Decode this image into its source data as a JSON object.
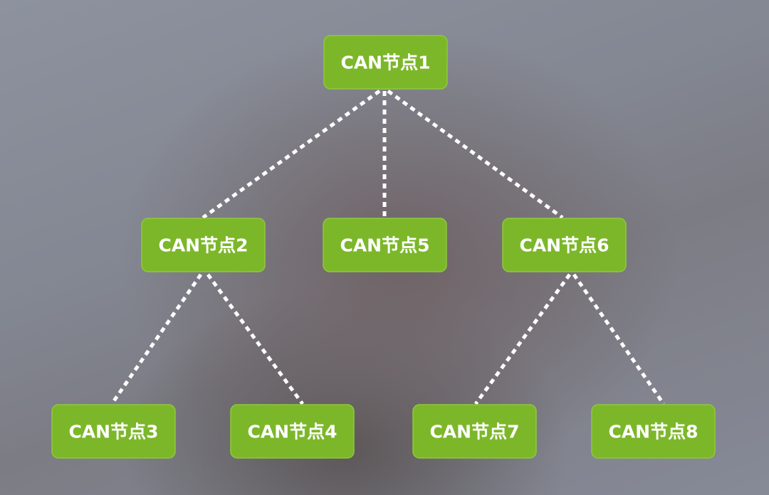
{
  "nodes": [
    {
      "id": "n1",
      "label": "CAN节点1"
    },
    {
      "id": "n2",
      "label": "CAN节点2"
    },
    {
      "id": "n5",
      "label": "CAN节点5"
    },
    {
      "id": "n6",
      "label": "CAN节点6"
    },
    {
      "id": "n3",
      "label": "CAN节点3"
    },
    {
      "id": "n4",
      "label": "CAN节点4"
    },
    {
      "id": "n7",
      "label": "CAN节点7"
    },
    {
      "id": "n8",
      "label": "CAN节点8"
    }
  ],
  "edges": [
    {
      "from": "n1",
      "to": "n2"
    },
    {
      "from": "n1",
      "to": "n5"
    },
    {
      "from": "n1",
      "to": "n6"
    },
    {
      "from": "n2",
      "to": "n3"
    },
    {
      "from": "n2",
      "to": "n4"
    },
    {
      "from": "n6",
      "to": "n7"
    },
    {
      "from": "n6",
      "to": "n8"
    }
  ],
  "colors": {
    "node_fill": "#7cb72a",
    "node_text": "#ffffff",
    "connector": "#ffffff"
  }
}
